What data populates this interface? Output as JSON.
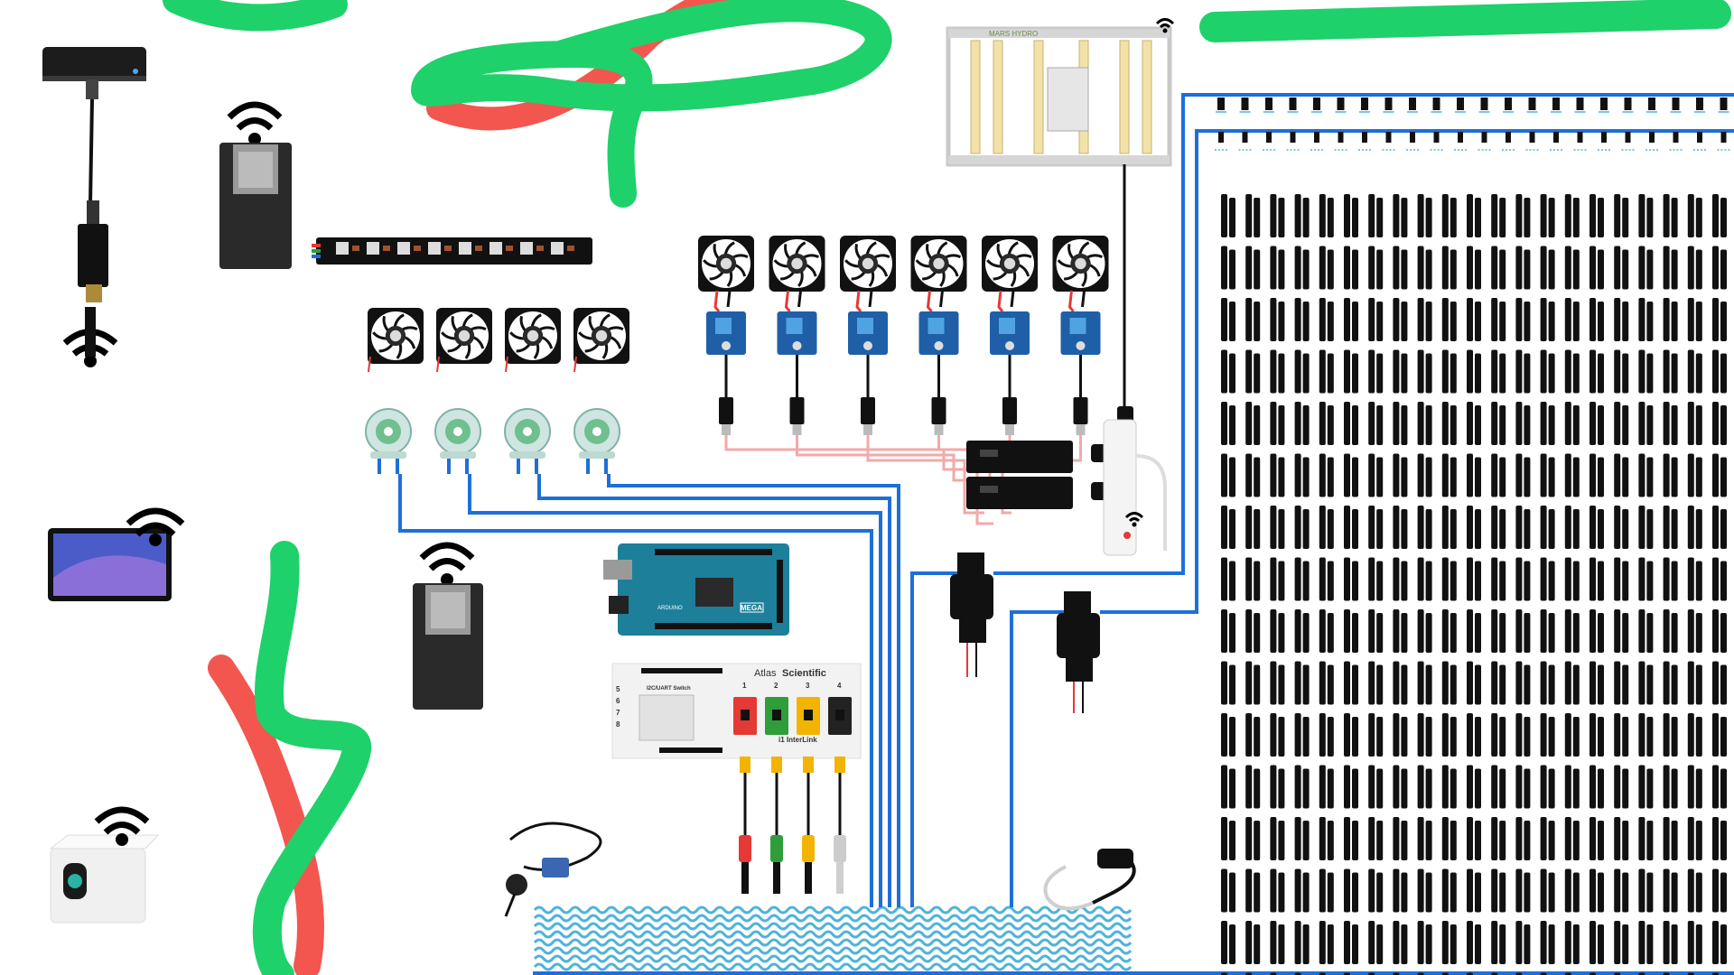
{
  "diagram": {
    "atlas": {
      "brand_light": "Atlas",
      "brand_bold": "Scientific",
      "switch_label": "I2C/UART Switch",
      "interlink_label": "i1 InterLink",
      "channels": [
        "1",
        "2",
        "3",
        "4"
      ],
      "side_numbers": [
        "5",
        "6",
        "7",
        "8"
      ],
      "circuit_colors": [
        "#e53935",
        "#2e9d3a",
        "#f2b400",
        "#222222"
      ]
    },
    "arduino": {
      "logo_text": "ARDUINO",
      "model_text": "MEGA"
    },
    "grow_light": {
      "brand": "MARS HYDRO"
    },
    "counts": {
      "cooling_fans": 6,
      "small_fans": 4,
      "peristaltic_pumps": 4,
      "water_pumps": 2,
      "sensor_probes": 4,
      "soil_sensor_columns": 21,
      "soil_sensor_rows": 16,
      "drip_emitters": 22
    },
    "colors": {
      "water_pipe": "#1e6fd9",
      "power_pink": "#f2a9a9",
      "green_stroke": "#1fd16a",
      "red_stroke": "#f2564f",
      "waves": "#4fb3d9",
      "module_blue": "#1f5fa8",
      "esp_board": "#2a2a2a",
      "arduino_teal": "#1d7f9a"
    },
    "icons": [
      "wifi-icon",
      "usb-cable-icon",
      "fan-icon",
      "pump-icon",
      "relay-module-icon",
      "power-supply-icon",
      "smart-plug-icon",
      "air-pump-icon",
      "probe-icon",
      "drip-emitter-icon",
      "soil-sensor-icon"
    ]
  }
}
